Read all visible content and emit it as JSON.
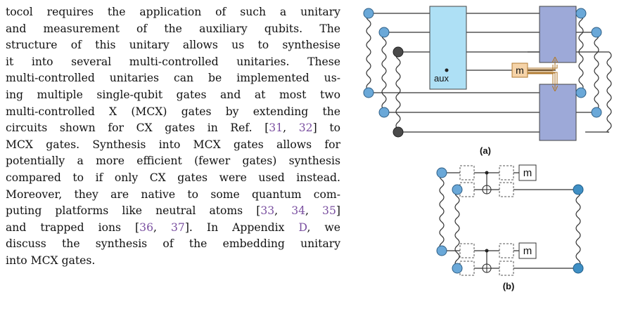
{
  "paragraph": {
    "l1": "tocol requires the application of such a unitary",
    "l2": "and measurement of the auxiliary qubits. The",
    "l3": "structure of this unitary allows us to synthesise",
    "l4": "it into several multi-controlled unitaries. These",
    "l5": "multi-controlled unitaries can be implemented us-",
    "l6": "ing multiple single-qubit gates and at most two",
    "l7": "multi-controlled X (MCX) gates by extending the",
    "l8a": "circuits shown for CX gates in Ref. [",
    "ref31": "31",
    "sep1": ", ",
    "ref32": "32",
    "l8b": "] to",
    "l9": "MCX gates. Synthesis into MCX gates allows for",
    "l10": "potentially a more efficient (fewer gates) synthesis",
    "l11": "compared to if only CX gates were used instead.",
    "l12": "Moreover, they are native to some quantum com-",
    "l13a": "puting platforms like neutral atoms [",
    "ref33": "33",
    "sep2": ", ",
    "ref34": "34",
    "sep3": ", ",
    "ref35": "35",
    "l13b": "]",
    "l14a": "and trapped ions [",
    "ref36": "36",
    "sep4": ", ",
    "ref37": "37",
    "l14b": "]. In Appendix ",
    "appendix": "D",
    "l14c": ", we",
    "l15": "discuss the synthesis of the embedding unitary",
    "l16": "into MCX gates."
  },
  "figure": {
    "panel_a_label": "(a)",
    "panel_b_label": "(b)",
    "aux_label": "aux",
    "measure_label": "m",
    "colors": {
      "qubit_light": "#6aa8d8",
      "qubit_dark": "#4a4a4a",
      "qubit_end_b": "#3f8fc4",
      "unitary_left": "#aee0f5",
      "unitary_right": "#9da9d8",
      "measure_fill": "#f5d3a8"
    }
  }
}
